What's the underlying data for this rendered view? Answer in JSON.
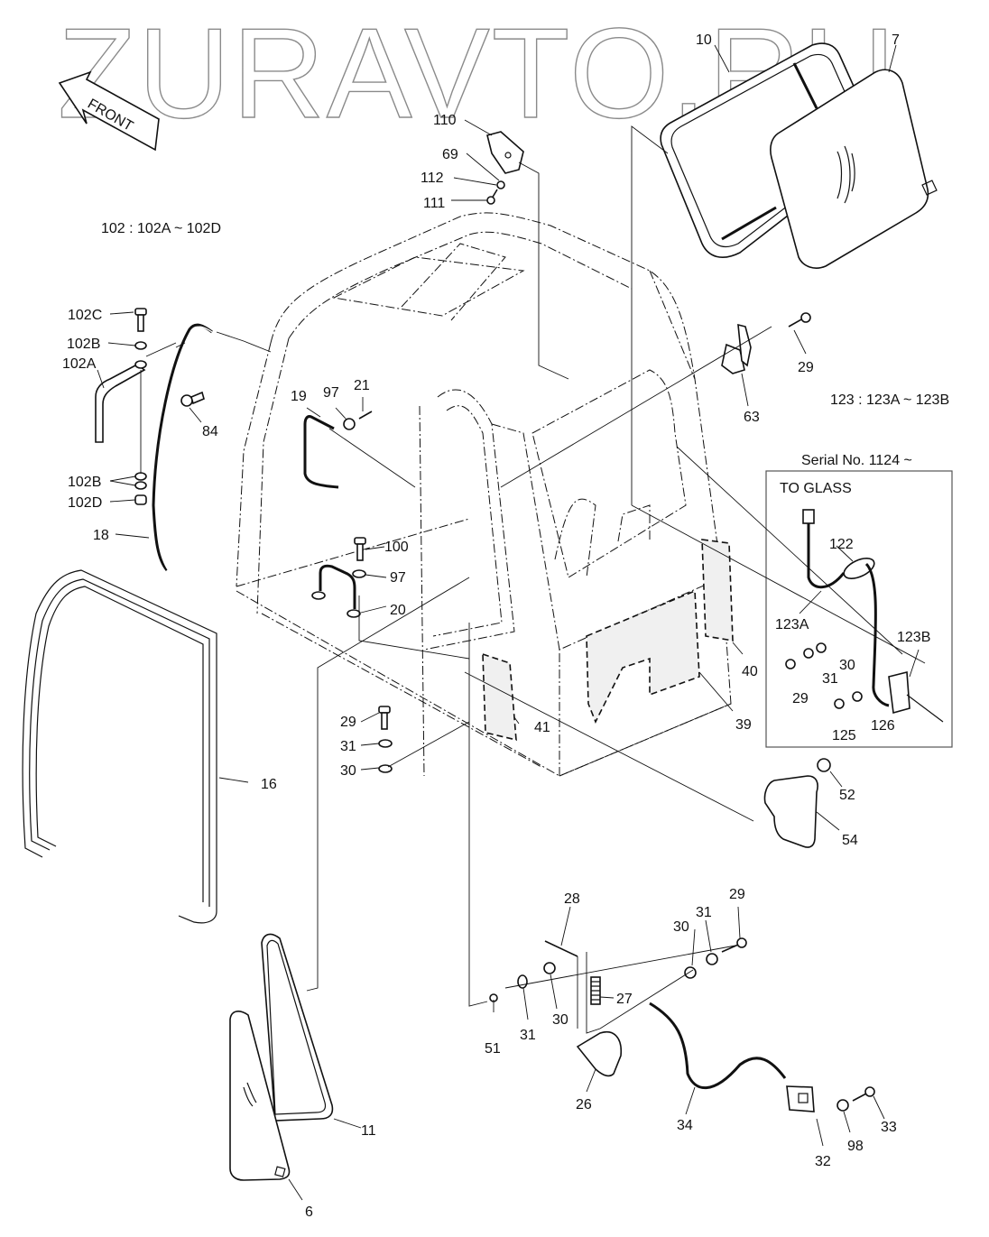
{
  "watermark": "ZURAVTO.RU",
  "front_arrow_label": "FRONT",
  "notes": {
    "group_102": "102  : 102A ~ 102D",
    "group_123": "123 : 123A ~ 123B",
    "serial": "Serial No. 1124 ~",
    "to_glass": "TO GLASS"
  },
  "callouts": [
    {
      "id": "c-110",
      "text": "110"
    },
    {
      "id": "c-69",
      "text": "69"
    },
    {
      "id": "c-112",
      "text": "112"
    },
    {
      "id": "c-111",
      "text": "111"
    },
    {
      "id": "c-10",
      "text": "10"
    },
    {
      "id": "c-7",
      "text": "7"
    },
    {
      "id": "c-102C",
      "text": "102C"
    },
    {
      "id": "c-102B-top",
      "text": "102B"
    },
    {
      "id": "c-102A",
      "text": "102A"
    },
    {
      "id": "c-84",
      "text": "84"
    },
    {
      "id": "c-102B-bot",
      "text": "102B"
    },
    {
      "id": "c-102D",
      "text": "102D"
    },
    {
      "id": "c-18",
      "text": "18"
    },
    {
      "id": "c-19",
      "text": "19"
    },
    {
      "id": "c-97-top",
      "text": "97"
    },
    {
      "id": "c-21",
      "text": "21"
    },
    {
      "id": "c-29-top",
      "text": "29"
    },
    {
      "id": "c-63",
      "text": "63"
    },
    {
      "id": "c-100",
      "text": "100"
    },
    {
      "id": "c-97-mid",
      "text": "97"
    },
    {
      "id": "c-20",
      "text": "20"
    },
    {
      "id": "c-122",
      "text": "122"
    },
    {
      "id": "c-123A",
      "text": "123A"
    },
    {
      "id": "c-123B",
      "text": "123B"
    },
    {
      "id": "c-30-box",
      "text": "30"
    },
    {
      "id": "c-31-box",
      "text": "31"
    },
    {
      "id": "c-29-box",
      "text": "29"
    },
    {
      "id": "c-125",
      "text": "125"
    },
    {
      "id": "c-126",
      "text": "126"
    },
    {
      "id": "c-40",
      "text": "40"
    },
    {
      "id": "c-39",
      "text": "39"
    },
    {
      "id": "c-41",
      "text": "41"
    },
    {
      "id": "c-29-left",
      "text": "29"
    },
    {
      "id": "c-31-left",
      "text": "31"
    },
    {
      "id": "c-30-left",
      "text": "30"
    },
    {
      "id": "c-16",
      "text": "16"
    },
    {
      "id": "c-52",
      "text": "52"
    },
    {
      "id": "c-54",
      "text": "54"
    },
    {
      "id": "c-28",
      "text": "28"
    },
    {
      "id": "c-29-bot",
      "text": "29"
    },
    {
      "id": "c-31-bot-r",
      "text": "31"
    },
    {
      "id": "c-30-bot-r",
      "text": "30"
    },
    {
      "id": "c-27",
      "text": "27"
    },
    {
      "id": "c-51",
      "text": "51"
    },
    {
      "id": "c-31-bot-l",
      "text": "31"
    },
    {
      "id": "c-30-bot-l",
      "text": "30"
    },
    {
      "id": "c-26",
      "text": "26"
    },
    {
      "id": "c-34",
      "text": "34"
    },
    {
      "id": "c-32",
      "text": "32"
    },
    {
      "id": "c-98",
      "text": "98"
    },
    {
      "id": "c-33",
      "text": "33"
    },
    {
      "id": "c-11",
      "text": "11"
    },
    {
      "id": "c-6",
      "text": "6"
    }
  ]
}
